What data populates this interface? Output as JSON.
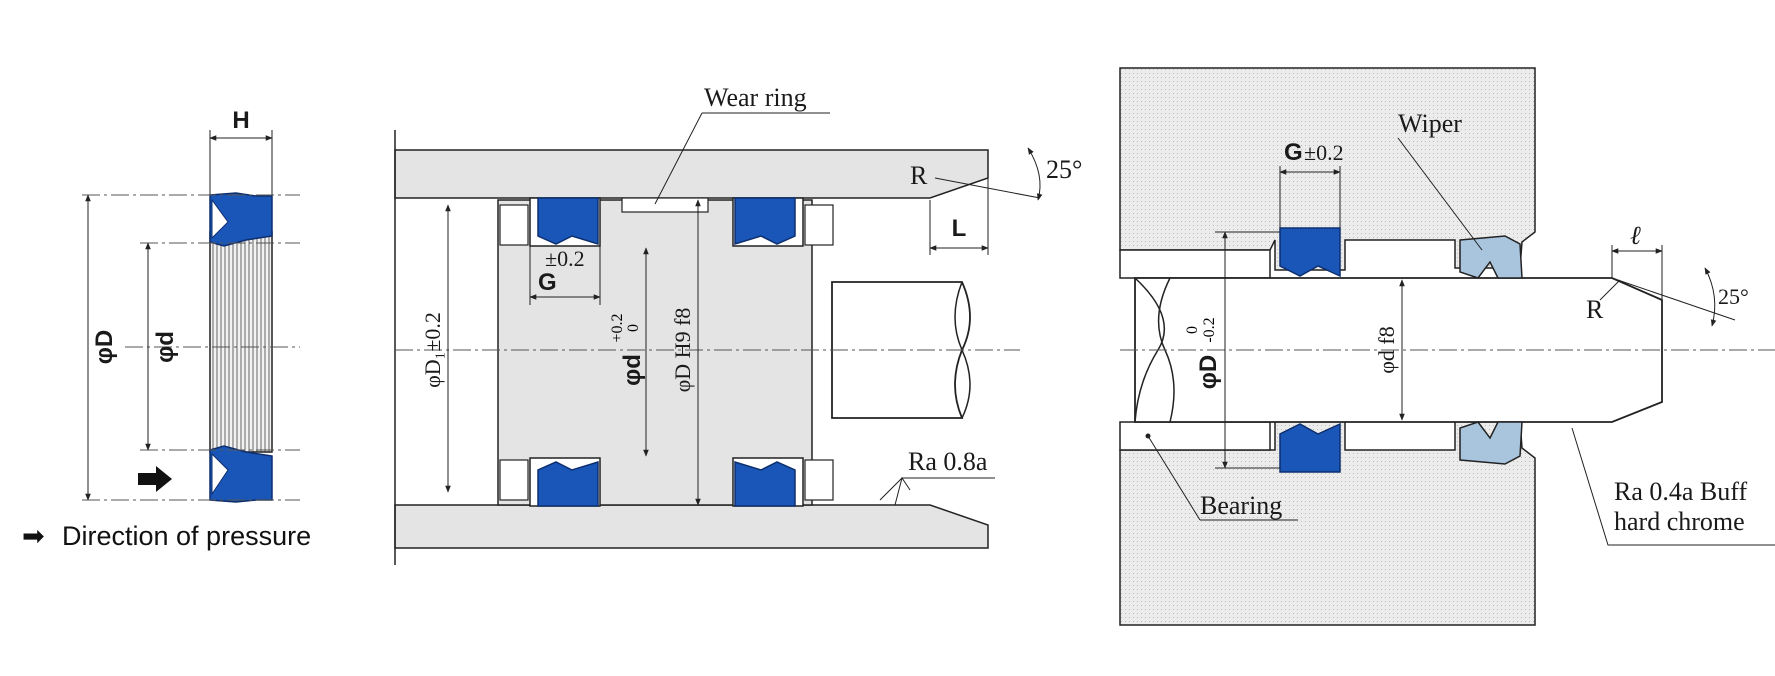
{
  "figure1": {
    "dim_H": "H",
    "dim_D": "φD",
    "dim_d": "φd",
    "legend_arrow": "➡",
    "legend_text": "Direction of pressure"
  },
  "figure2": {
    "wear_ring": "Wear ring",
    "R": "R",
    "angle": "25°",
    "L": "L",
    "G": "G",
    "G_tol": "±0.2",
    "D1": "φD₁±0.2",
    "d_bore": "φd",
    "d_tol_upper": "+0.2",
    "d_tol_lower": "0",
    "D_fit": "φD H9 f8",
    "roughness": "Ra 0.8a"
  },
  "figure3": {
    "G": "G",
    "G_tol": "±0.2",
    "wiper": "Wiper",
    "l": "ℓ",
    "angle": "25°",
    "R": "R",
    "D": "φD",
    "D_tol_upper": "0",
    "D_tol_lower": "-0.2",
    "d_fit": "φd f8",
    "bearing": "Bearing",
    "finish_line1": "Ra 0.4a Buff",
    "finish_line2": "hard chrome"
  },
  "colors": {
    "seal_blue": "#1a56b8",
    "wiper_light_blue": "#a9c4dd",
    "part_gray": "#e4e4e4"
  }
}
